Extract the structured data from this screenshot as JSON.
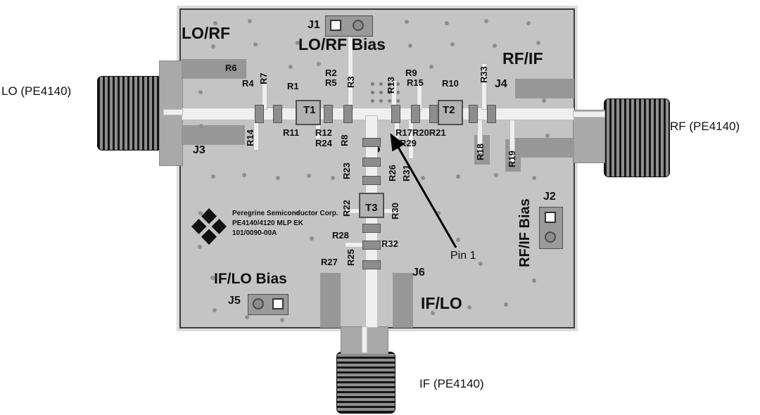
{
  "title": "PE4140/4120 MLP EK evaluation board diagram",
  "external_labels": {
    "lo": "LO (PE4140)",
    "rf": "RF (PE4140)",
    "if": "IF (PE4140)"
  },
  "labels": {
    "lo_rf": "LO/RF",
    "j1": "J1",
    "lo_rf_bias": "LO/RF Bias",
    "rf_if": "RF/IF",
    "j4": "J4",
    "j3": "J3",
    "r1": "R1",
    "r2": "R2",
    "r3": "R3",
    "r4": "R4",
    "r5": "R5",
    "r6": "R6",
    "r7": "R7",
    "r8": "R8",
    "r9": "R9",
    "r10": "R10",
    "r11": "R11",
    "r12": "R12",
    "r13": "R13",
    "r14": "R14",
    "r15": "R15",
    "r17_r20_r21": "R17R20R21",
    "r18": "R18",
    "r19": "R19",
    "r22": "R22",
    "r23": "R23",
    "r24": "R24",
    "r25": "R25",
    "r26": "R26",
    "r27": "R27",
    "r28": "R28",
    "r29": "R29",
    "r30": "R30",
    "r31": "R31",
    "r32": "R32",
    "r33": "R33",
    "t1": "T1",
    "t2": "T2",
    "t3": "T3",
    "j2": "J2",
    "rf_if_bias": "RF/IF Bias",
    "j5": "J5",
    "if_lo_bias": "IF/LO Bias",
    "j6": "J6",
    "if_lo": "IF/LO",
    "pin1": "Pin 1"
  },
  "logo": {
    "line1": "Peregrine Semiconductor Corp.",
    "line2": "PE4140/4120 MLP EK",
    "line3": "101/0090-00A"
  },
  "colors": {
    "board": "#c4c4c4",
    "bar": "#979797",
    "flange": "#a9a9a9",
    "trace": "#efefef",
    "trace_border": "#bdbdbd",
    "pad": "#8d8d8d",
    "pad_border": "#565656",
    "component": "#b2b2b2",
    "component_border": "#4f4f4f",
    "text": "#101010",
    "arrow": "#000000"
  }
}
